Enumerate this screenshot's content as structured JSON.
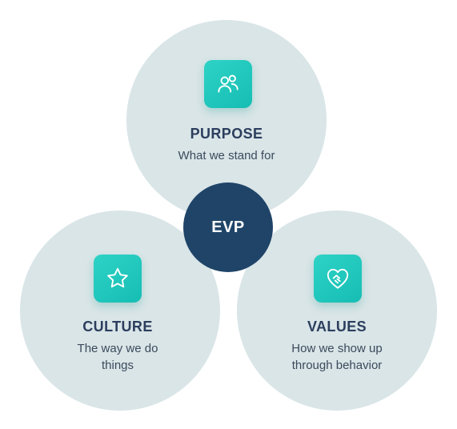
{
  "colors": {
    "circle_fill": "#d9e5e7",
    "center_fill": "#1f4468",
    "tile_teal": "#1fc6bc",
    "heading_text": "#2c3e5e",
    "body_text": "#3c4a5c"
  },
  "center": {
    "label": "EVP"
  },
  "pillars": [
    {
      "heading": "PURPOSE",
      "description": "What we stand for",
      "icon": "people-icon"
    },
    {
      "heading": "CULTURE",
      "description": "The way we do things",
      "icon": "star-icon"
    },
    {
      "heading": "VALUES",
      "description": "How we show up through behavior",
      "icon": "handshake-heart-icon"
    }
  ]
}
